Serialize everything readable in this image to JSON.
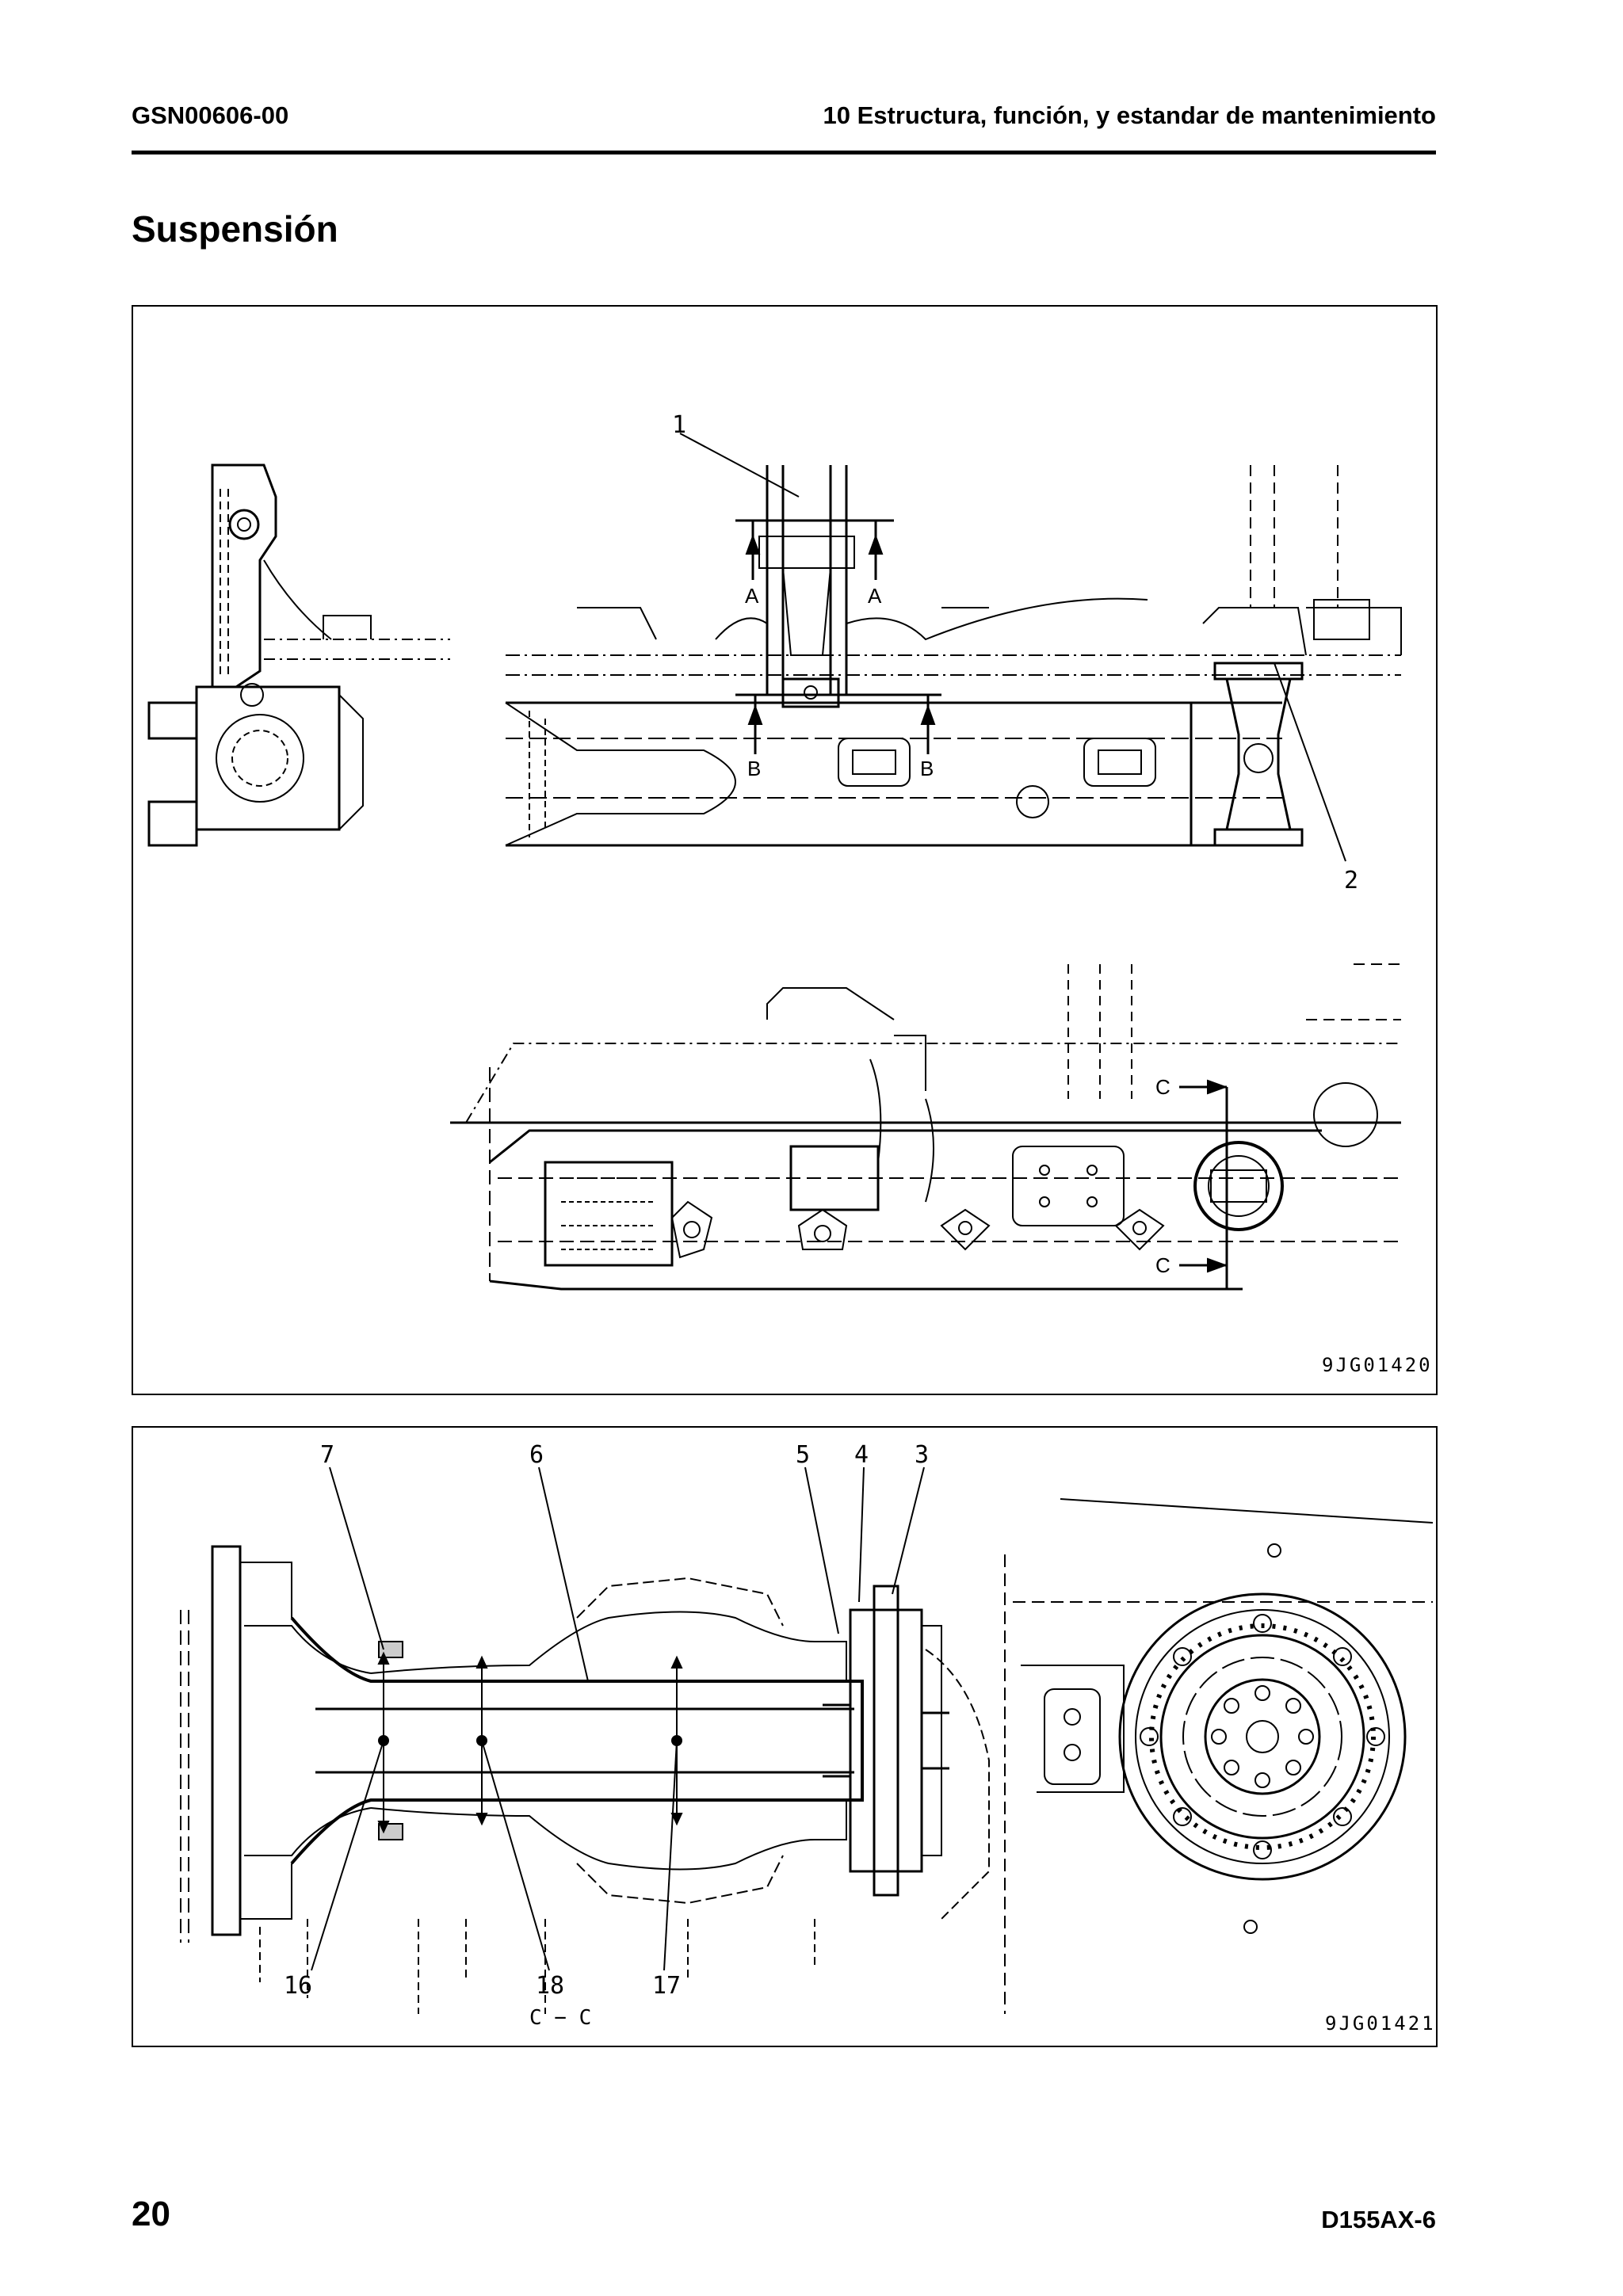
{
  "header": {
    "doc_code": "GSN00606-00",
    "section": "10 Estructura, función, y estandar de mantenimiento"
  },
  "title": "Suspensión",
  "figure1": {
    "code": "9JG01420",
    "labels": {
      "l1": "1",
      "l2": "2"
    },
    "sections": {
      "a": "A",
      "b": "B",
      "c": "C"
    }
  },
  "figure2": {
    "code": "9JG01421",
    "caption": "C − C",
    "labels": {
      "l3": "3",
      "l4": "4",
      "l5": "5",
      "l6": "6",
      "l7": "7",
      "l16": "16",
      "l17": "17",
      "l18": "18"
    }
  },
  "footer": {
    "page": "20",
    "model": "D155AX-6"
  }
}
